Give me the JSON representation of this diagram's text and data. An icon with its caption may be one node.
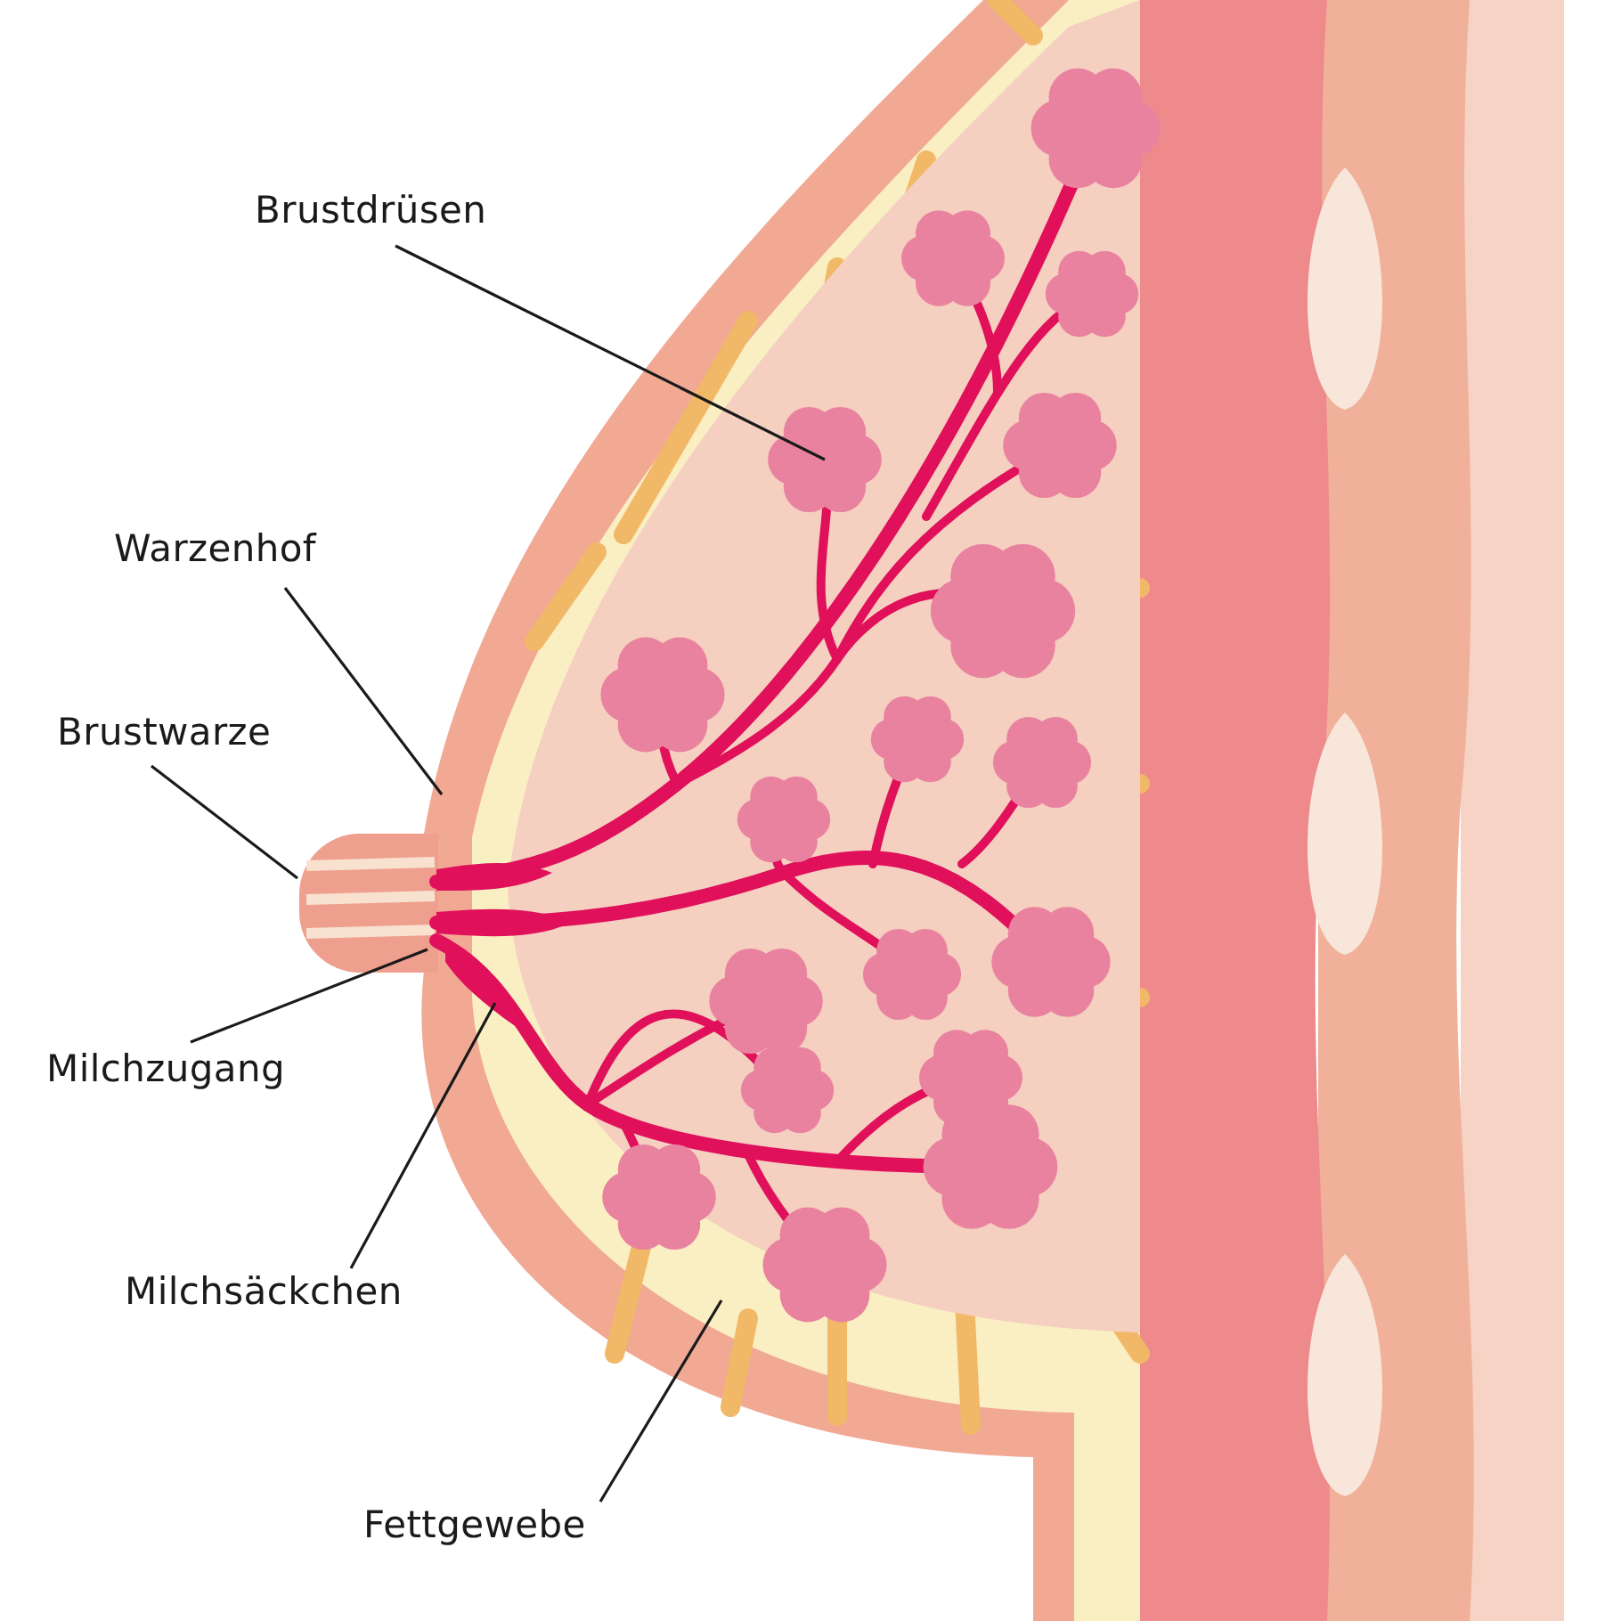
{
  "diagram": {
    "nodes": [
      {
        "text": [
          "Brustdrüsen"
        ]
      },
      {
        "text": [
          "Warzenhof"
        ]
      },
      {
        "text": [
          "Brustwarze"
        ]
      },
      {
        "text": [
          "Milchzugang"
        ]
      },
      {
        "text": [
          "Milchsäckchen"
        ]
      },
      {
        "text": [
          "Fettgewebe"
        ]
      }
    ],
    "edges": [
      {
        "from": 0,
        "to": null,
        "arrow": "none"
      },
      {
        "from": 1,
        "to": null,
        "arrow": "none"
      },
      {
        "from": 2,
        "to": null,
        "arrow": "none"
      },
      {
        "from": 3,
        "to": null,
        "arrow": "none"
      },
      {
        "from": 4,
        "to": null,
        "arrow": "none"
      },
      {
        "from": 5,
        "to": null,
        "arrow": "none"
      }
    ]
  }
}
